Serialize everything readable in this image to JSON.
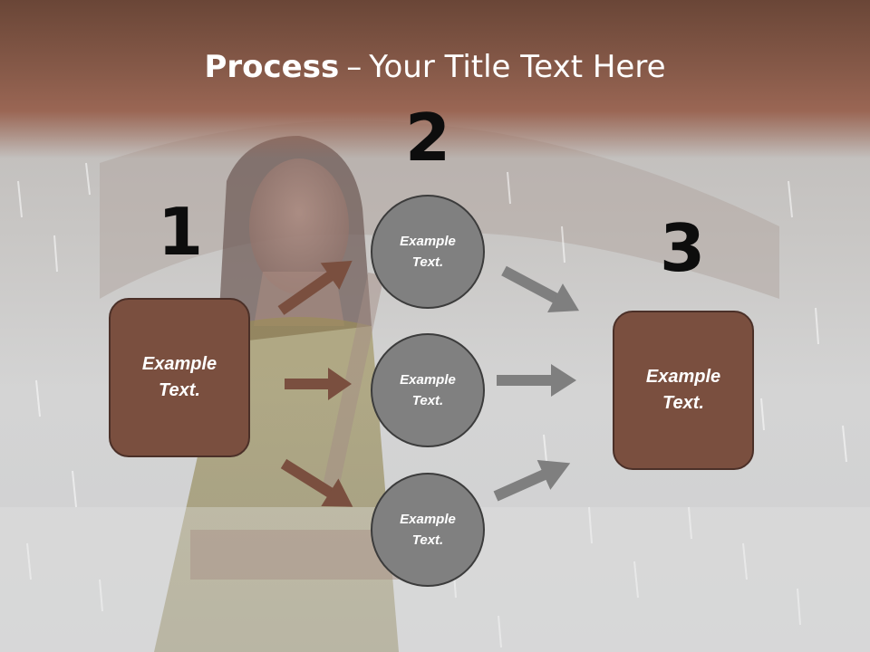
{
  "slide": {
    "title_bold": "Process",
    "title_separator": "–",
    "title_rest": "Your Title Text Here"
  },
  "steps": {
    "left": {
      "number": "1",
      "label": "Example\nText."
    },
    "center": {
      "number": "2",
      "circles": [
        {
          "label": "Example\nText."
        },
        {
          "label": "Example\nText."
        },
        {
          "label": "Example\nText."
        }
      ]
    },
    "right": {
      "number": "3",
      "label": "Example\nText."
    }
  },
  "colors": {
    "header": "#875a49",
    "box_fill": "#7a4f3f",
    "circle_fill": "#808080",
    "arrow_in": "#7a4f3f",
    "arrow_out": "#7f7f7f"
  },
  "icons": {
    "background": "rain-woman-umbrella-photo",
    "arrow": "arrow-icon"
  }
}
